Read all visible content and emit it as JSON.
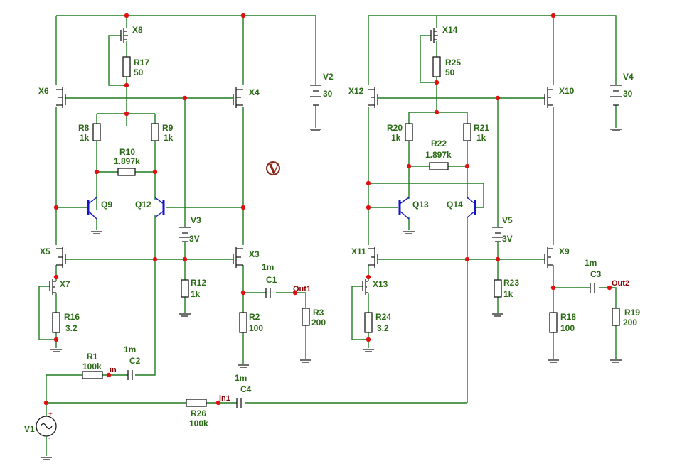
{
  "labels": {
    "X8": "X8",
    "R17": "R17",
    "R17v": "50",
    "X6": "X6",
    "X4": "X4",
    "V2": "V2",
    "V2v": "30",
    "R8": "R8",
    "R8v": "1k",
    "R9": "R9",
    "R9v": "1k",
    "R10": "R10",
    "R10v": "1.897k",
    "Q9": "Q9",
    "Q12": "Q12",
    "V3": "V3",
    "V3v": "3V",
    "X5": "X5",
    "X3": "X3",
    "X7": "X7",
    "R12": "R12",
    "R12v": "1k",
    "C1v": "1m",
    "C1": "C1",
    "Out1": "Out1",
    "R16": "R16",
    "R16v": "3.2",
    "R2": "R2",
    "R2v": "100",
    "R3": "R3",
    "R3v": "200",
    "R1": "R1",
    "R1v": "100k",
    "in": "in",
    "C2v": "1m",
    "C2": "C2",
    "V1": "V1",
    "R26": "R26",
    "R26v": "100k",
    "in1": "in1",
    "C4v": "1m",
    "C4": "C4",
    "X14": "X14",
    "R25": "R25",
    "R25v": "50",
    "X12": "X12",
    "X10": "X10",
    "V4": "V4",
    "V4v": "30",
    "R20": "R20",
    "R20v": "1k",
    "R21": "R21",
    "R21v": "1k",
    "R22": "R22",
    "R22v": "1.897k",
    "Q13": "Q13",
    "Q14": "Q14",
    "V5": "V5",
    "V5v": "3V",
    "X11": "X11",
    "X9": "X9",
    "X13": "X13",
    "R23": "R23",
    "R23v": "1k",
    "C3v": "1m",
    "C3": "C3",
    "Out2": "Out2",
    "R24": "R24",
    "R24v": "3.2",
    "R18": "R18",
    "R18v": "100",
    "R19": "R19",
    "R19v": "200",
    "plus": "+",
    "minus": "-"
  },
  "logo": {
    "text": "V"
  },
  "colors": {
    "wire": "#1f7a1f",
    "node": "#e01010",
    "label": "#2a6a14",
    "net": "#8a0000",
    "bjt": "#1515c8"
  }
}
